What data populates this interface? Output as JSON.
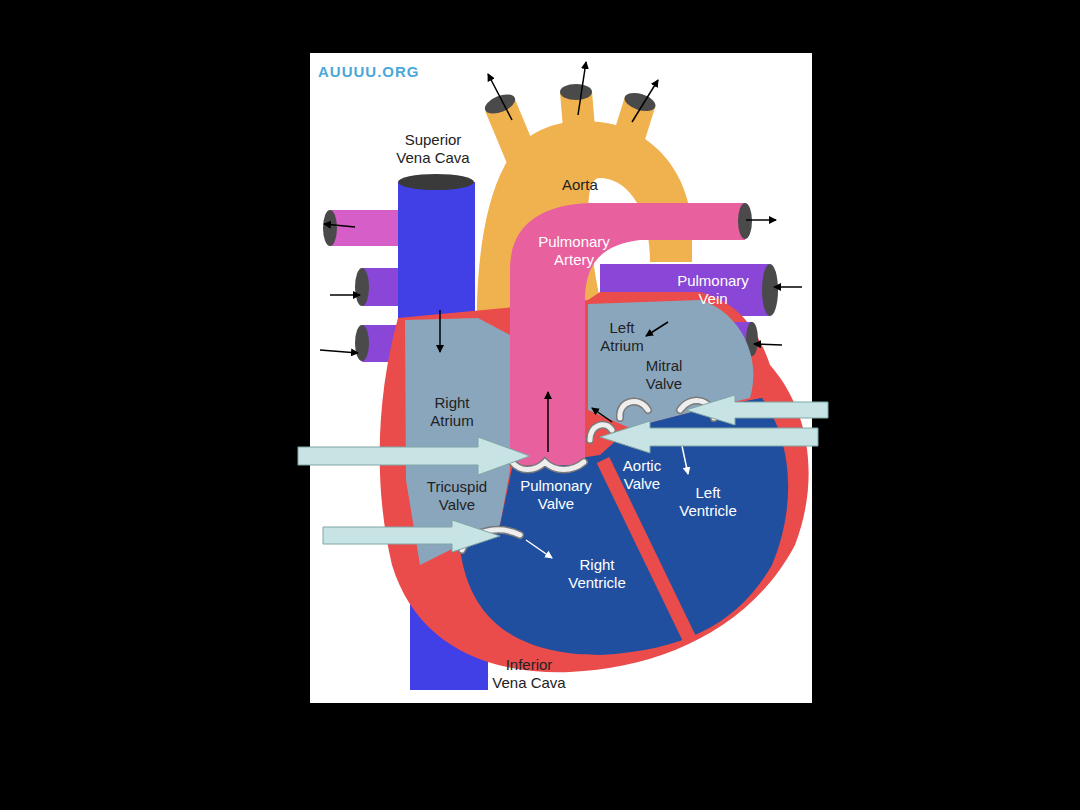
{
  "diagram": {
    "labels": [
      "AUUUU.ORG",
      "Superior Vena Cava",
      "Aorta",
      "Pulmonary Artery",
      "Pulmonary Vein",
      "Left Atrium",
      "Mitral Valve",
      "Right Atrium",
      "Aortic Valve",
      "Left Ventricle",
      "Tricuspid Valve",
      "Pulmonary Valve",
      "Right Ventricle",
      "Inferior Vena Cava"
    ]
  }
}
